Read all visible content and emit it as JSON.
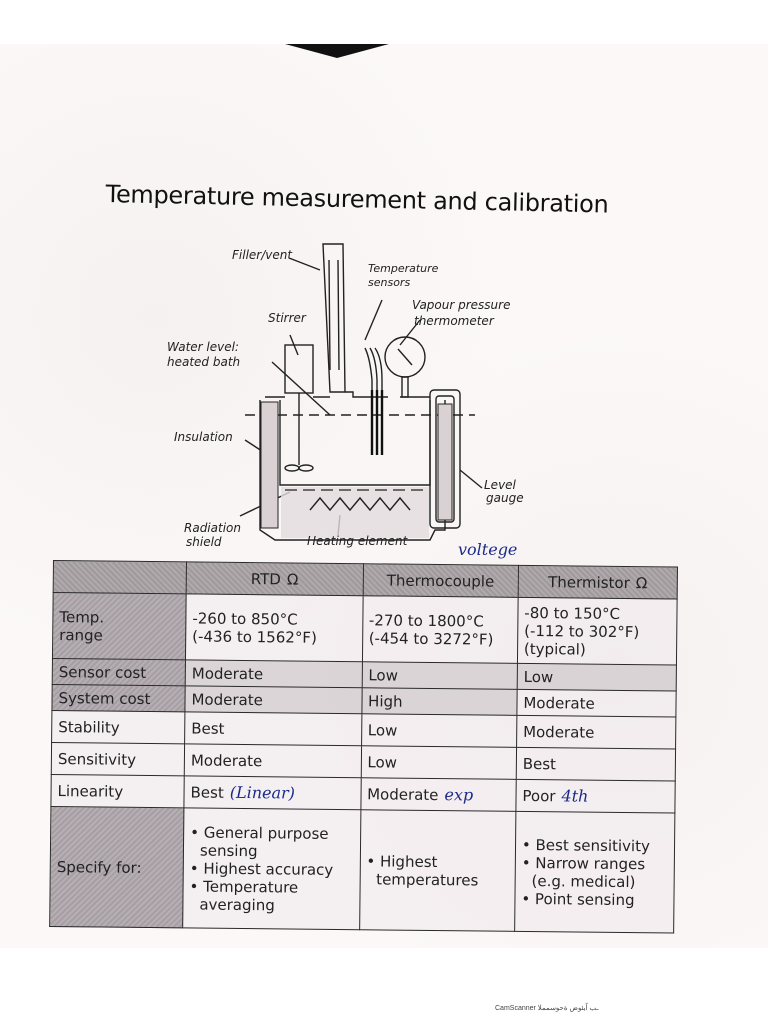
{
  "document": {
    "title": "Temperature measurement and calibration",
    "watermark": "CamScanner ـب اًيئوض ةحوسمملا"
  },
  "diagram": {
    "labels": {
      "filler_vent": "Filler/vent",
      "temperature_sensors_1": "Temperature",
      "temperature_sensors_2": "sensors",
      "vapour_pressure_1": "Vapour pressure",
      "vapour_pressure_2": "thermometer",
      "stirrer": "Stirrer",
      "water_level_1": "Water level:",
      "water_level_2": "heated bath",
      "insulation": "Insulation",
      "level_gauge_1": "Level",
      "level_gauge_2": "gauge",
      "radiation_shield_1": "Radiation",
      "radiation_shield_2": "shield",
      "heating_element": "Heating element"
    }
  },
  "annotations": {
    "voltage": "voltege",
    "linear": "(Linear)",
    "exp": "exp",
    "fourth": "4th"
  },
  "table": {
    "headers": [
      "",
      "RTD",
      "Thermocouple",
      "Thermistor"
    ],
    "ohm_symbol": "Ω",
    "rows": [
      {
        "label": "Temp. range",
        "label_lines": [
          "Temp.",
          "range"
        ],
        "rtd": [
          "-260 to  850°C",
          "(-436 to 1562°F)"
        ],
        "thermocouple": [
          "-270 to 1800°C",
          "(-454 to 3272°F)"
        ],
        "thermistor": [
          "-80 to 150°C",
          "(-112 to 302°F)",
          "(typical)"
        ]
      },
      {
        "label": "Sensor cost",
        "rtd": "Moderate",
        "thermocouple": "Low",
        "thermistor": "Low"
      },
      {
        "label": "System cost",
        "rtd": "Moderate",
        "thermocouple": "High",
        "thermistor": "Moderate"
      },
      {
        "label": "Stability",
        "rtd": "Best",
        "thermocouple": "Low",
        "thermistor": "Moderate"
      },
      {
        "label": "Sensitivity",
        "rtd": "Moderate",
        "thermocouple": "Low",
        "thermistor": "Best"
      },
      {
        "label": "Linearity",
        "rtd": "Best",
        "thermocouple": "Moderate",
        "thermistor": "Poor"
      },
      {
        "label": "Specify for:",
        "rtd": [
          "• General purpose",
          "  sensing",
          "• Highest accuracy",
          "• Temperature",
          "  averaging"
        ],
        "thermocouple": [
          "• Highest",
          "  temperatures"
        ],
        "thermistor": [
          "• Best sensitivity",
          "• Narrow ranges",
          "  (e.g. medical)",
          "• Point sensing"
        ]
      }
    ]
  },
  "colors": {
    "paper": "#fbf8f7",
    "header_shade": "#a9a3a6",
    "ink_pen": "#1c2a8a"
  }
}
